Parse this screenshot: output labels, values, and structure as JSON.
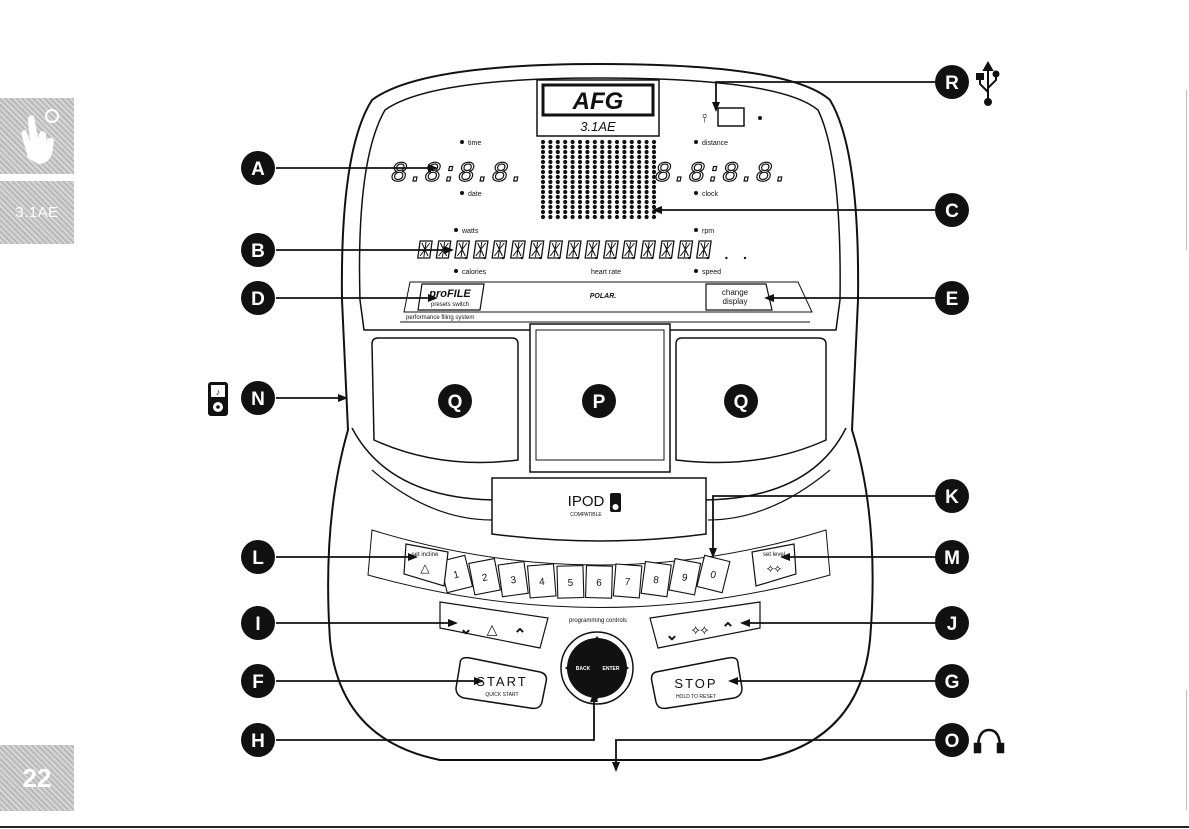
{
  "side_tabs": {
    "model": "3.1AE",
    "page_number": "22"
  },
  "console": {
    "logo": "AFG",
    "model": "3.1AE",
    "display": {
      "time": "time",
      "date": "date",
      "distance": "distance",
      "clock": "clock",
      "watts": "watts",
      "rpm": "rpm",
      "calories": "calories",
      "heart_rate": "heart rate",
      "speed": "speed",
      "seg_left": "8.8:8.8.",
      "seg_right": "8.8:8.8."
    },
    "profile_main": "proFILE",
    "profile_sub": "presets switch",
    "polar": "POLAR.",
    "change_display_1": "change",
    "change_display_2": "display",
    "performance_label": "performance filing system",
    "ipod_label": "IPOD",
    "ipod_sub": "COMPATIBLE",
    "set_incline": "set incline",
    "set_level": "set level",
    "number_keys": [
      "1",
      "2",
      "3",
      "4",
      "5",
      "6",
      "7",
      "8",
      "9",
      "0"
    ],
    "programming_controls": "programming controls",
    "start_label": "START",
    "start_sub": "QUICK START",
    "stop_label": "STOP",
    "stop_sub": "HOLD TO RESET",
    "back_label": "BACK",
    "enter_label": "ENTER"
  },
  "callouts": [
    "A",
    "B",
    "C",
    "D",
    "E",
    "F",
    "G",
    "H",
    "I",
    "J",
    "K",
    "L",
    "M",
    "N",
    "O",
    "P",
    "Q",
    "R"
  ],
  "icons": [
    "usb-icon",
    "ipod-icon",
    "headphones-icon",
    "hand-touch-icon"
  ]
}
